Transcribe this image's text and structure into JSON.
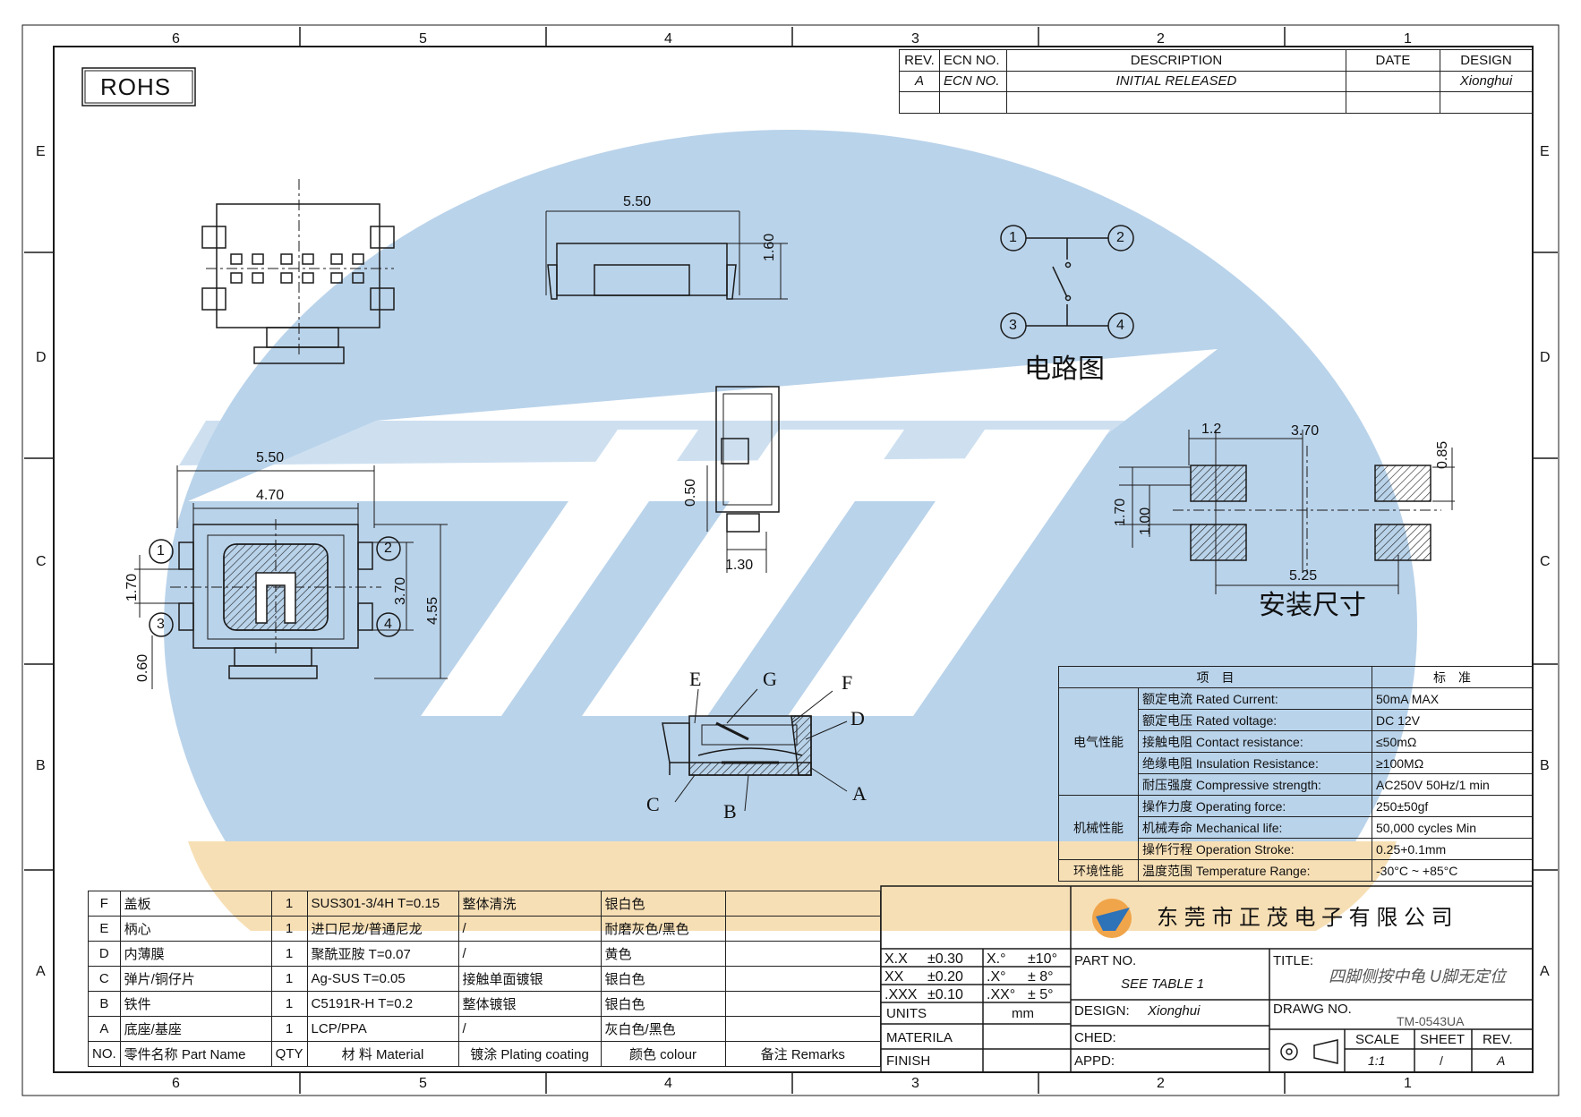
{
  "zones": {
    "columns": [
      "6",
      "5",
      "4",
      "3",
      "2",
      "1"
    ],
    "rows": [
      "E",
      "D",
      "C",
      "B",
      "A"
    ]
  },
  "rohs": "ROHS",
  "revision_table": {
    "headers": [
      "REV.",
      "ECN NO.",
      "DESCRIPTION",
      "DATE",
      "DESIGN"
    ],
    "rows": [
      [
        "A",
        "ECN NO.",
        "INITIAL RELEASED",
        "",
        "Xionghui"
      ],
      [
        "",
        "",
        "",
        "",
        ""
      ]
    ]
  },
  "dims": {
    "top_view": [],
    "side_view": {
      "width": "5.50",
      "height": "1.60"
    },
    "front_view": {
      "outer_w": "5.50",
      "inner_w": "4.70",
      "pitch": "1.70",
      "h": "3.70",
      "total_h": "4.55",
      "offset": "0.60"
    },
    "end_view": {
      "a": "0.50",
      "b": "1.30"
    },
    "pad": {
      "a": "1.2",
      "b": "3.70",
      "c": "0.85",
      "d": "1.70",
      "e": "1.00",
      "f": "5.25"
    }
  },
  "circuit": {
    "pins": [
      "1",
      "2",
      "3",
      "4"
    ],
    "caption": "电路图"
  },
  "pad_caption": "安装尺寸",
  "callouts": [
    "E",
    "G",
    "F",
    "D",
    "C",
    "B",
    "A"
  ],
  "spec_table": {
    "header": [
      "项　目",
      "标　准"
    ],
    "groups": [
      {
        "group": "电气性能",
        "items": [
          {
            "cn": "额定电流",
            "en": "Rated Current:",
            "value": "50mA MAX"
          },
          {
            "cn": "额定电压",
            "en": "Rated voltage:",
            "value": "DC 12V"
          },
          {
            "cn": "接触电阻",
            "en": "Contact resistance:",
            "value": "≤50mΩ"
          },
          {
            "cn": "绝缘电阻",
            "en": "Insulation Resistance:",
            "value": "≥100MΩ"
          },
          {
            "cn": "耐压强度",
            "en": "Compressive strength:",
            "value": "AC250V 50Hz/1 min"
          }
        ]
      },
      {
        "group": "机械性能",
        "items": [
          {
            "cn": "操作力度",
            "en": "Operating force:",
            "value": "250±50gf"
          },
          {
            "cn": "机械寿命",
            "en": "Mechanical life:",
            "value": "50,000 cycles Min"
          },
          {
            "cn": "操作行程",
            "en": "Operation Stroke:",
            "value": "0.25+0.1mm"
          }
        ]
      },
      {
        "group": "环境性能",
        "items": [
          {
            "cn": "温度范围",
            "en": "Temperature Range:",
            "value": "-30°C ~ +85°C"
          }
        ]
      }
    ]
  },
  "parts_table": {
    "rows": [
      [
        "F",
        "盖板",
        "1",
        "SUS301-3/4H T=0.15",
        "整体清洗",
        "银白色",
        ""
      ],
      [
        "E",
        "柄心",
        "1",
        "进口尼龙/普通尼龙",
        "/",
        "耐磨灰色/黑色",
        ""
      ],
      [
        "D",
        "内薄膜",
        "1",
        "聚酰亚胺 T=0.07",
        "/",
        "黄色",
        ""
      ],
      [
        "C",
        "弹片/铜仔片",
        "1",
        "Ag-SUS T=0.05",
        "接触单面镀银",
        "银白色",
        ""
      ],
      [
        "B",
        "铁件",
        "1",
        "C5191R-H T=0.2",
        "整体镀银",
        "银白色",
        ""
      ],
      [
        "A",
        "底座/基座",
        "1",
        "LCP/PPA",
        "/",
        "灰白色/黑色",
        ""
      ]
    ],
    "header": [
      "NO.",
      "零件名称 Part Name",
      "QTY",
      "材 料 Material",
      "镀涂 Plating coating",
      "颜色 colour",
      "备注 Remarks"
    ]
  },
  "tolerance": {
    "rows": [
      [
        "X.X",
        "±0.30",
        "X.°",
        "±10°"
      ],
      [
        "XX",
        "±0.20",
        ".X°",
        "± 8°"
      ],
      [
        ".XXX",
        "±0.10",
        ".XX°",
        "± 5°"
      ]
    ],
    "units_label": "UNITS",
    "units_value": "mm",
    "material_label": "MATERILA",
    "finish_label": "FINISH"
  },
  "title_block": {
    "company": "东 莞 市 正 茂 电 子 有 限 公 司",
    "part_no_label": "PART NO.",
    "part_no_value": "SEE TABLE 1",
    "title_label": "TITLE:",
    "title_value": "四脚侧按中龟 U脚无定位",
    "design_label": "DESIGN:",
    "design_value": "Xionghui",
    "drawg_label": "DRAWG NO.",
    "drawg_value": "TM-0543UA",
    "ched_label": "CHED:",
    "appd_label": "APPD:",
    "scale_label": "SCALE",
    "scale_value": "1:1",
    "sheet_label": "SHEET",
    "sheet_value": "/",
    "rev_label": "REV.",
    "rev_value": "A"
  },
  "colors": {
    "watermark_blue": "#b9d3ea",
    "watermark_orange": "#f7dfb5",
    "line": "#1a1a1a"
  }
}
